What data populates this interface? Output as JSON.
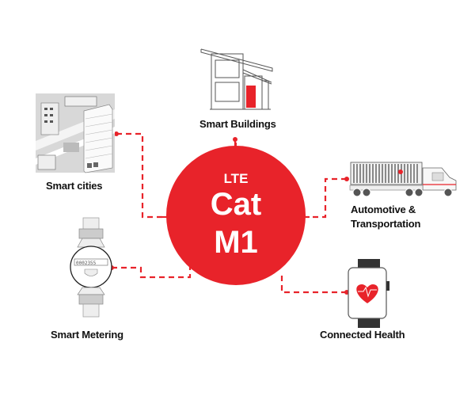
{
  "hub": {
    "line1": "LTE",
    "line2": "Cat",
    "line3": "M1",
    "color": "#e8232a"
  },
  "nodes": [
    {
      "id": "smart-buildings",
      "label": "Smart Buildings",
      "icon": "house-icon"
    },
    {
      "id": "smart-cities",
      "label": "Smart cities",
      "icon": "city-icon"
    },
    {
      "id": "automotive",
      "label_line1": "Automotive &",
      "label_line2": "Transportation",
      "icon": "truck-icon"
    },
    {
      "id": "smart-metering",
      "label": "Smart Metering",
      "icon": "water-meter-icon",
      "meter_reading": "0002355"
    },
    {
      "id": "connected-health",
      "label": "Connected Health",
      "icon": "smartwatch-heart-icon"
    }
  ],
  "connector_color": "#e8232a"
}
